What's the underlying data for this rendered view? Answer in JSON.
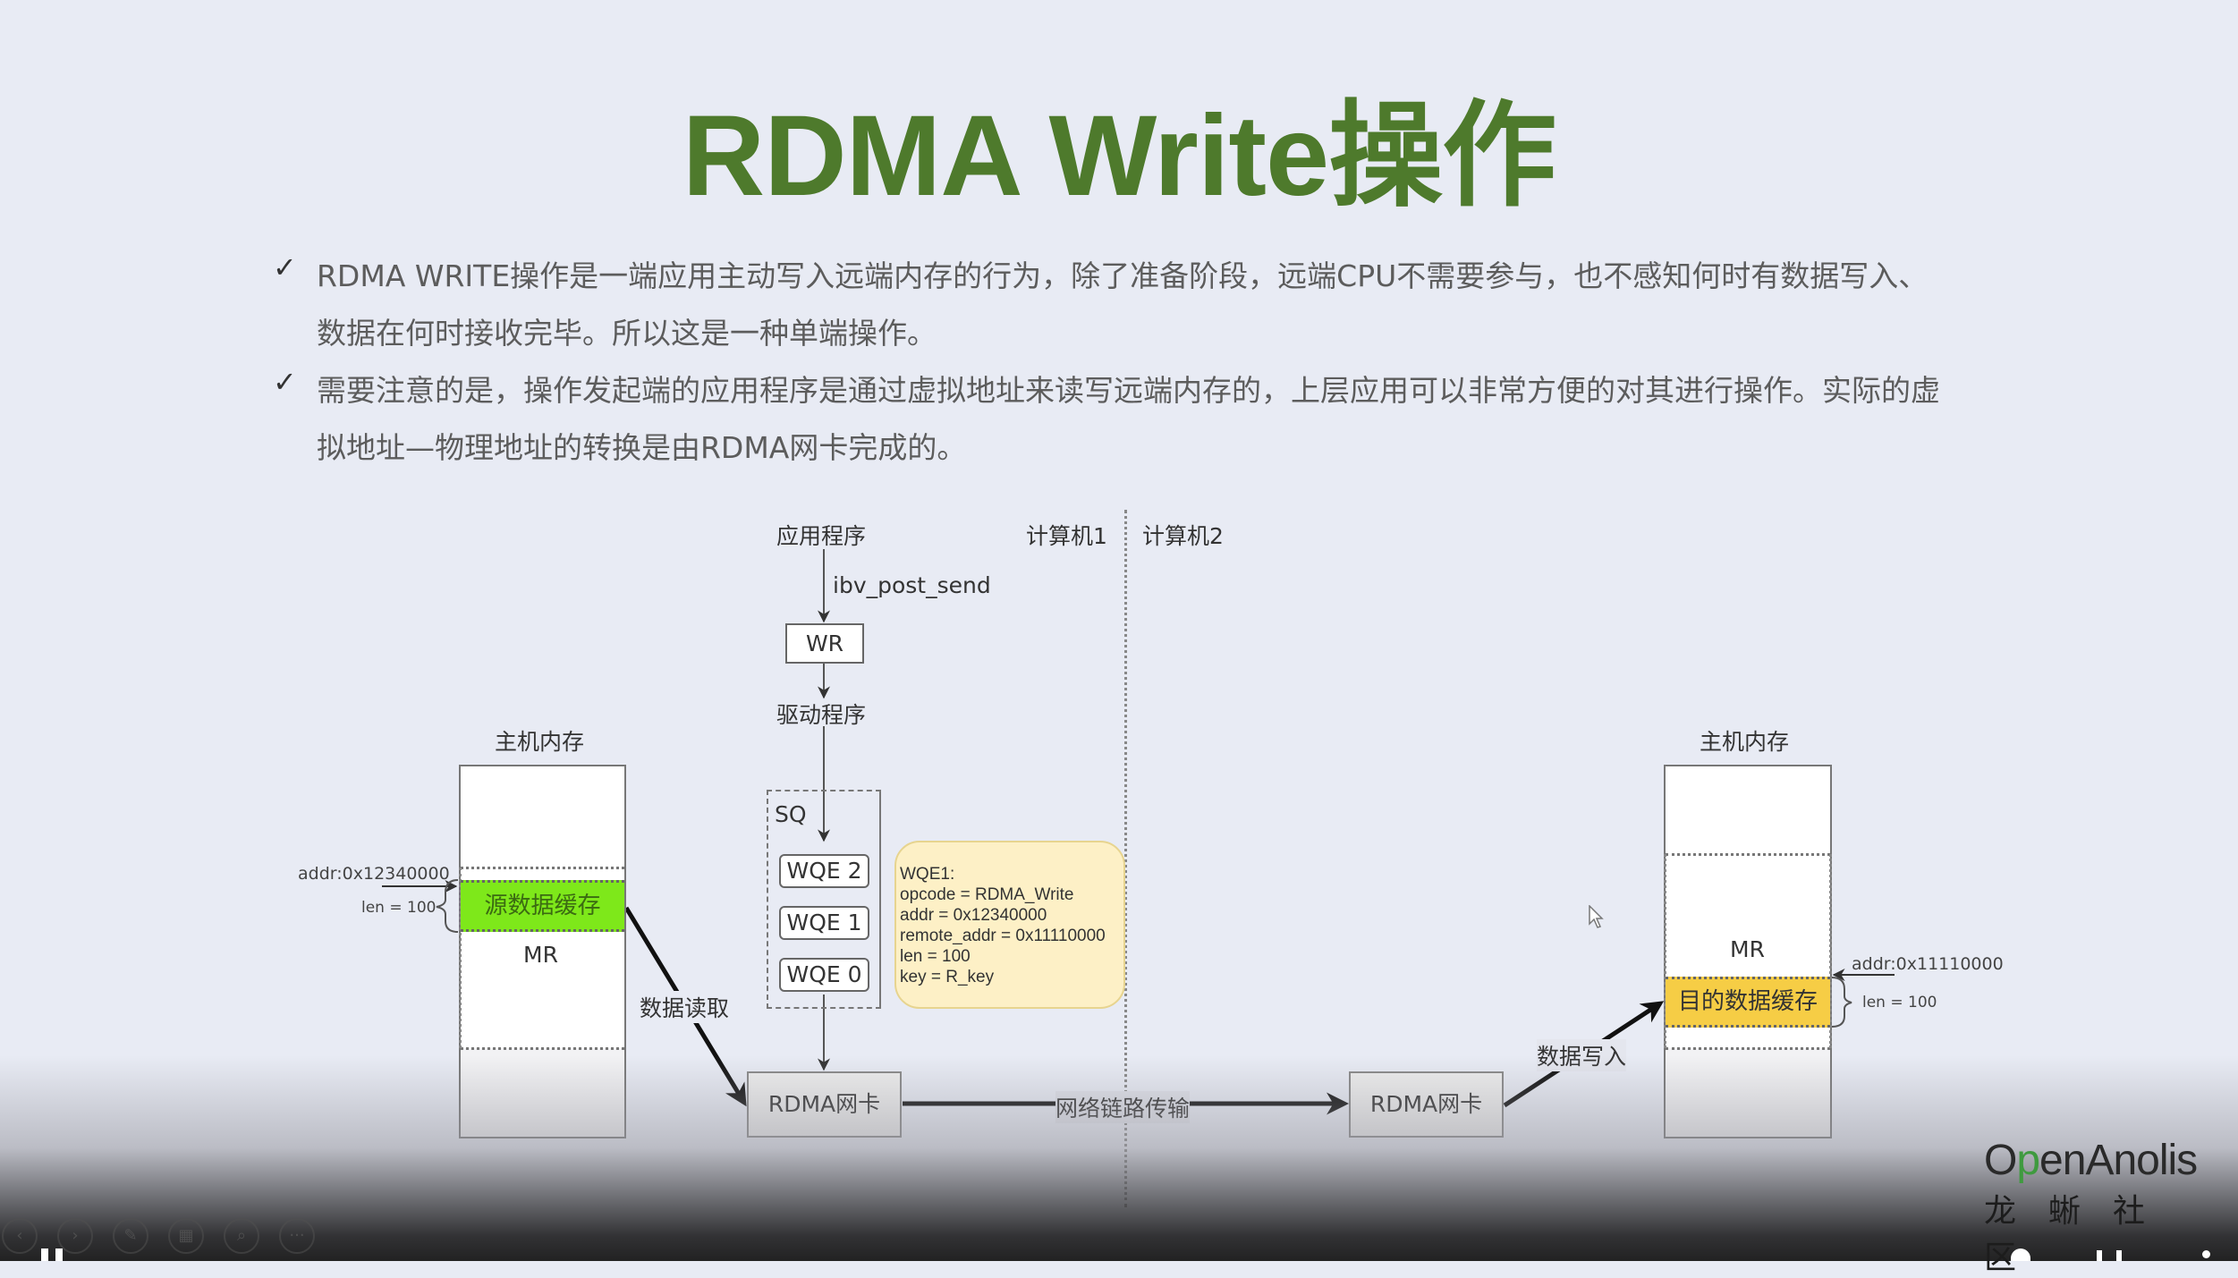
{
  "slide": {
    "title": "RDMA Write操作",
    "bullets": [
      {
        "lines": [
          "RDMA WRITE操作是一端应用主动写入远端内存的行为，除了准备阶段，远端CPU不需要参与，也不感知何时有数据写入、",
          "数据在何时接收完毕。所以这是一种单端操作。"
        ]
      },
      {
        "lines": [
          "需要注意的是，操作发起端的应用程序是通过虚拟地址来读写远端内存的，上层应用可以非常方便的对其进行操作。实际的虚",
          "拟地址—物理地址的转换是由RDMA网卡完成的。"
        ]
      }
    ],
    "check_mark": "✓"
  },
  "diagram": {
    "app_label": "应用程序",
    "ibv_label": "ibv_post_send",
    "wr_label": "WR",
    "driver_label": "驱动程序",
    "sq_label": "SQ",
    "wqe_items": [
      "WQE 2",
      "WQE 1",
      "WQE 0"
    ],
    "computer1_label": "计算机1",
    "computer2_label": "计算机2",
    "left_memory": {
      "title": "主机内存",
      "buffer_label": "源数据缓存",
      "buffer_color": "#7ee81a",
      "mr_label": "MR",
      "addr_label": "addr:0x12340000",
      "len_label": "len = 100"
    },
    "right_memory": {
      "title": "主机内存",
      "buffer_label": "目的数据缓存",
      "buffer_color": "#f6cd45",
      "mr_label": "MR",
      "addr_label": "addr:0x11110000",
      "len_label": "len = 100"
    },
    "note": {
      "lines": [
        "WQE1:",
        "opcode = RDMA_Write",
        "addr = 0x12340000",
        "remote_addr = 0x11110000",
        "len = 100",
        "key = R_key"
      ]
    },
    "nic_left_label": "RDMA网卡",
    "nic_right_label": "RDMA网卡",
    "read_label": "数据读取",
    "link_label": "网络链路传输",
    "write_label": "数据写入"
  },
  "logo": {
    "en_prefix": "O",
    "en_p": "p",
    "en_rest": "enAnolis",
    "cn": "龙蜥社区"
  },
  "slideshow_controls": [
    "previous",
    "next",
    "pen",
    "grid",
    "zoom",
    "more"
  ],
  "player": {
    "state": "playing"
  }
}
